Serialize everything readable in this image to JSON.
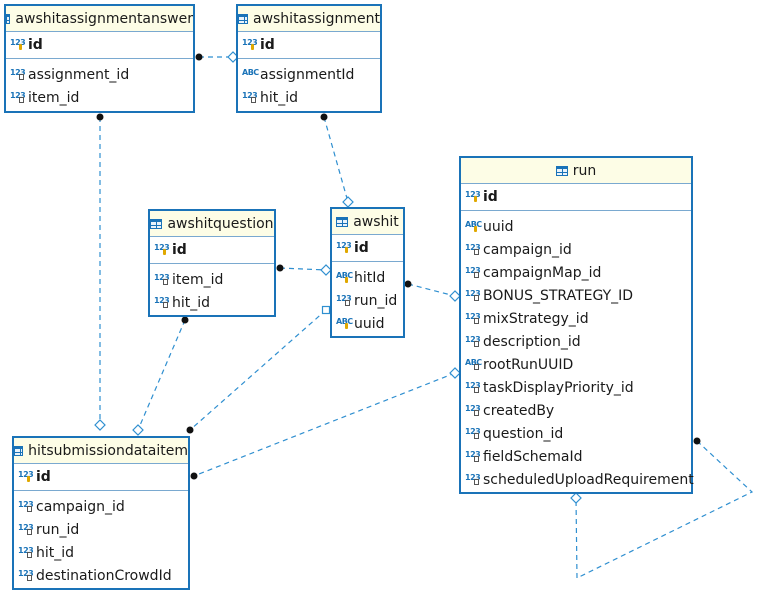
{
  "entities": {
    "awshitassignmentanswer": {
      "name": "awshitassignmentanswer",
      "pk": {
        "type": "123",
        "label": "id"
      },
      "columns": [
        {
          "type": "123",
          "label": "assignment_id"
        },
        {
          "type": "123",
          "label": "item_id"
        }
      ]
    },
    "awshitassignment": {
      "name": "awshitassignment",
      "pk": {
        "type": "123",
        "label": "id"
      },
      "columns": [
        {
          "type": "ABC",
          "label": "assignmentId"
        },
        {
          "type": "123",
          "label": "hit_id"
        }
      ]
    },
    "awshitquestion": {
      "name": "awshitquestion",
      "pk": {
        "type": "123",
        "label": "id"
      },
      "columns": [
        {
          "type": "123",
          "label": "item_id"
        },
        {
          "type": "123",
          "label": "hit_id"
        }
      ]
    },
    "awshit": {
      "name": "awshit",
      "pk": {
        "type": "123",
        "label": "id"
      },
      "columns": [
        {
          "type": "ABC",
          "label": "hitId"
        },
        {
          "type": "123",
          "label": "run_id"
        },
        {
          "type": "ABC",
          "label": "uuid"
        }
      ]
    },
    "run": {
      "name": "run",
      "pk": {
        "type": "123",
        "label": "id"
      },
      "columns": [
        {
          "type": "ABC",
          "label": "uuid"
        },
        {
          "type": "123",
          "label": "campaign_id"
        },
        {
          "type": "123",
          "label": "campaignMap_id"
        },
        {
          "type": "123",
          "label": "BONUS_STRATEGY_ID"
        },
        {
          "type": "123",
          "label": "mixStrategy_id"
        },
        {
          "type": "123",
          "label": "description_id"
        },
        {
          "type": "ABC",
          "label": "rootRunUUID"
        },
        {
          "type": "123",
          "label": "taskDisplayPriority_id"
        },
        {
          "type": "123",
          "label": "createdBy"
        },
        {
          "type": "123",
          "label": "question_id"
        },
        {
          "type": "123",
          "label": "fieldSchemaId"
        },
        {
          "type": "123",
          "label": "scheduledUploadRequirement"
        }
      ]
    },
    "hitsubmissiondataitem": {
      "name": "hitsubmissiondataitem",
      "pk": {
        "type": "123",
        "label": "id"
      },
      "columns": [
        {
          "type": "123",
          "label": "campaign_id"
        },
        {
          "type": "123",
          "label": "run_id"
        },
        {
          "type": "123",
          "label": "hit_id"
        },
        {
          "type": "123",
          "label": "destinationCrowdId"
        }
      ]
    }
  },
  "colors": {
    "border": "#1a73b8",
    "link": "#2f8fd0",
    "header_bg": "#fdfde6"
  }
}
